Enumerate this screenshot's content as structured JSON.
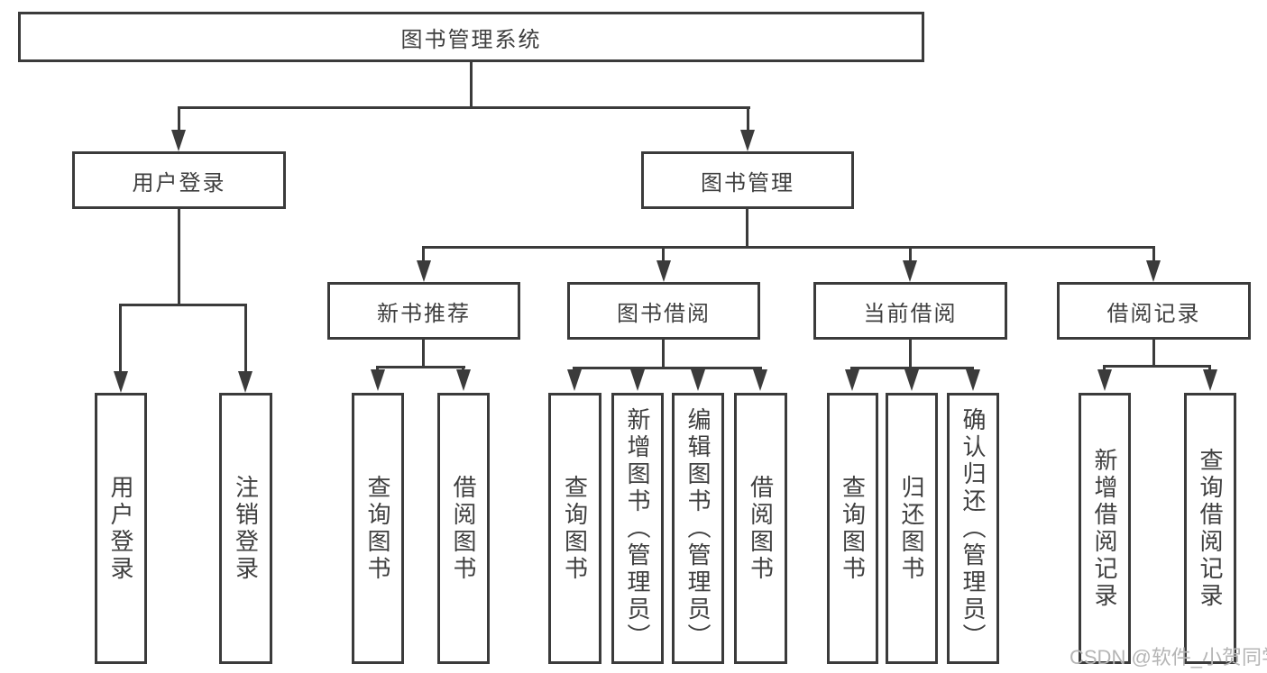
{
  "nodes": {
    "root": "图书管理系统",
    "level2": [
      "用户登录",
      "图书管理"
    ],
    "level3": [
      "新书推荐",
      "图书借阅",
      "当前借阅",
      "借阅记录"
    ],
    "leaves": {
      "login": [
        "用户登录",
        "注销登录"
      ],
      "recommend": [
        "查询图书",
        "借阅图书"
      ],
      "borrow": [
        "查询图书",
        "新增图书（管理员）",
        "编辑图书（管理员）",
        "借阅图书"
      ],
      "current": [
        "查询图书",
        "归还图书",
        "确认归还（管理员）"
      ],
      "records": [
        "新增借阅记录",
        "查询借阅记录"
      ]
    }
  },
  "watermark": {
    "text": "CSDN @软件_小贺同学"
  },
  "colors": {
    "line": "#3b3b3b",
    "text": "#3f3f3f",
    "watermark": "#b5b5b5",
    "background": "#ffffff"
  }
}
